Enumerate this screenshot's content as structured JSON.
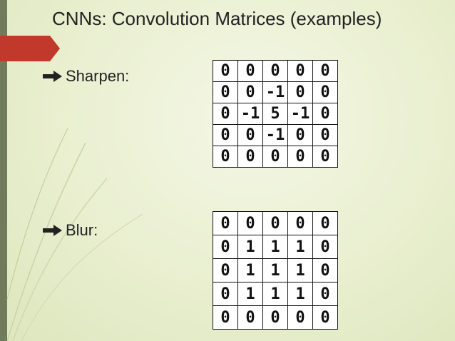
{
  "slide": {
    "title": "CNNs: Convolution Matrices (examples)",
    "accent_color": "#c0392b"
  },
  "bullets": [
    {
      "label": "Sharpen:",
      "icon": "arrow-bullet-icon"
    },
    {
      "label": "Blur:",
      "icon": "arrow-bullet-icon"
    }
  ],
  "matrices": {
    "sharpen": [
      [
        "0",
        "0",
        "0",
        "0",
        "0"
      ],
      [
        "0",
        "0",
        "-1",
        "0",
        "0"
      ],
      [
        "0",
        "-1",
        "5",
        "-1",
        "0"
      ],
      [
        "0",
        "0",
        "-1",
        "0",
        "0"
      ],
      [
        "0",
        "0",
        "0",
        "0",
        "0"
      ]
    ],
    "blur": [
      [
        "0",
        "0",
        "0",
        "0",
        "0"
      ],
      [
        "0",
        "1",
        "1",
        "1",
        "0"
      ],
      [
        "0",
        "1",
        "1",
        "1",
        "0"
      ],
      [
        "0",
        "1",
        "1",
        "1",
        "0"
      ],
      [
        "0",
        "0",
        "0",
        "0",
        "0"
      ]
    ]
  }
}
